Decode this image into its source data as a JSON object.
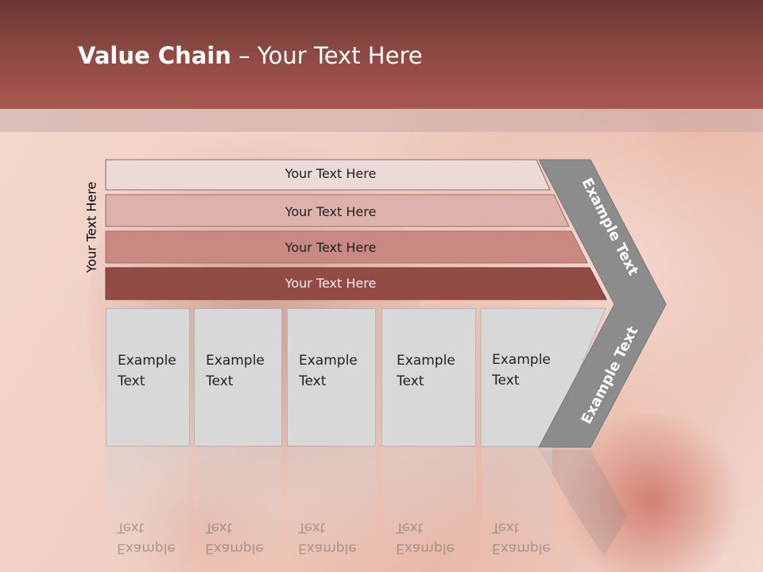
{
  "title": {
    "bold": "Value Chain",
    "rest": " – Your Text Here"
  },
  "vertical_label": "Your Text Here",
  "bars": [
    {
      "label": "Your Text Here",
      "color": "#ecdad8"
    },
    {
      "label": "Your Text Here",
      "color": "#ddb2ad"
    },
    {
      "label": "Your Text Here",
      "color": "#c98882"
    },
    {
      "label": "Your Text Here",
      "color": "#924b45"
    }
  ],
  "boxes": [
    {
      "line1": "Example",
      "line2": "Text"
    },
    {
      "line1": "Example",
      "line2": "Text"
    },
    {
      "line1": "Example",
      "line2": "Text"
    },
    {
      "line1": "Example",
      "line2": "Text"
    },
    {
      "line1": "Example",
      "line2": "Text"
    }
  ],
  "chevron": {
    "upper_text": "Example Text",
    "lower_text": "Example Text",
    "color": "#8c8c8c"
  }
}
